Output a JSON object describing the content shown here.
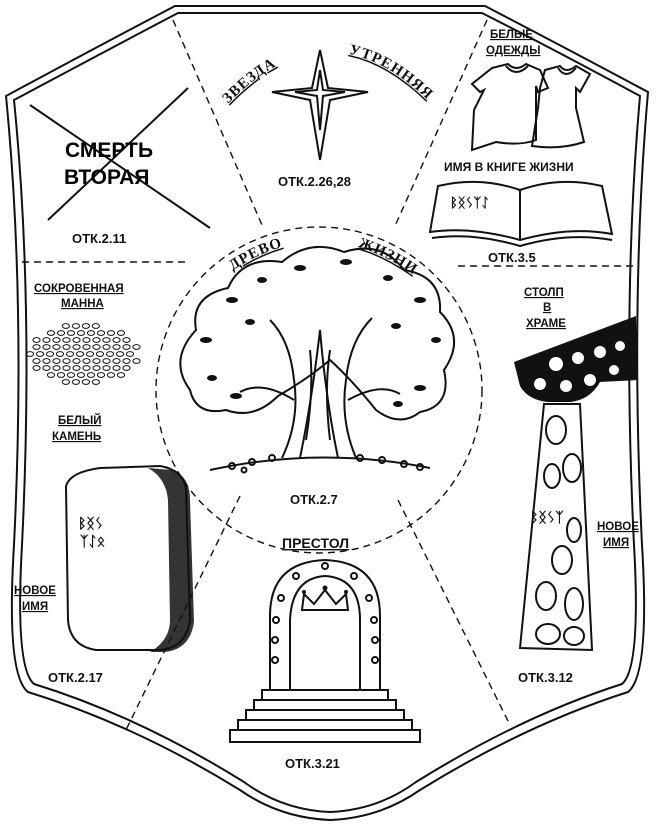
{
  "sections": {
    "second_death": {
      "title_line1": "СМЕРТЬ",
      "title_line2": "ВТОРАЯ",
      "ref": "ОТК.2.11"
    },
    "morning_star": {
      "arc_left": "ЗВЕЗДА",
      "arc_right": "УТРЕННЯЯ",
      "ref": "ОТК.2.26,28"
    },
    "white_clothes": {
      "caption_line1": "БЕЛЫЕ",
      "caption_line2": "ОДЕЖДЫ",
      "book_caption": "ИМЯ В КНИГЕ ЖИЗНИ",
      "book_script": "ᛒᛝᛊᛉᛇ",
      "ref": "ОТК.3.5"
    },
    "tree_of_life": {
      "arc_left": "ДРЕВО",
      "arc_right": "ЖИЗНИ",
      "ref": "ОТК.2.7"
    },
    "hidden_manna": {
      "caption_line1": "СОКРОВЕННАЯ",
      "caption_line2": "МАННА"
    },
    "white_stone": {
      "caption_line1": "БЕЛЫЙ",
      "caption_line2": "КАМЕНЬ",
      "stone_script_line1": "ᛒᛝᛊ",
      "stone_script_line2": "ᛉᛇᛟ",
      "new_name_line1": "НОВОЕ",
      "new_name_line2": "ИМЯ",
      "ref": "ОТК.2.17"
    },
    "pillar": {
      "caption_line1": "СТОЛП",
      "caption_line2": "В",
      "caption_line3": "ХРАМЕ",
      "pillar_script": "ᛒᛝᛊᛉ",
      "new_name_line1": "НОВОЕ",
      "new_name_line2": "ИМЯ",
      "ref": "ОТК.3.12"
    },
    "throne": {
      "caption": "ПРЕСТОЛ",
      "ref": "ОТК.3.21"
    }
  }
}
